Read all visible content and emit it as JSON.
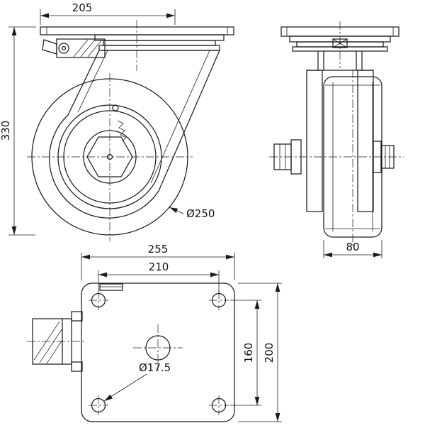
{
  "page": {
    "background": "#ffffff",
    "line_color": "#1c1c1c"
  },
  "drawing": {
    "views": {
      "side": {
        "dim_plate_width": "205",
        "dim_overall_height": "330",
        "dim_wheel_diameter": "Ø250"
      },
      "front": {
        "dim_wheel_width": "80"
      },
      "top": {
        "dim_plate_length": "255",
        "dim_bolt_pitch_length": "210",
        "dim_bolt_pitch_width": "160",
        "dim_plate_width": "200",
        "dim_bolt_hole_diameter": "Ø17.5"
      }
    }
  }
}
